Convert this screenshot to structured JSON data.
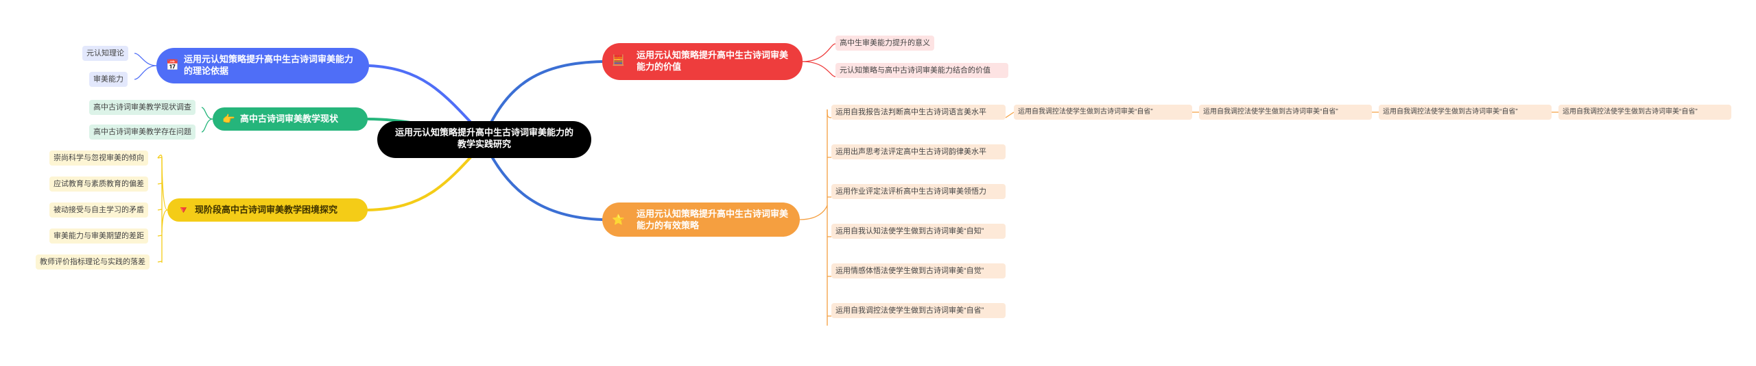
{
  "center": {
    "title": "运用元认知策略提升高中生古诗词审美能力的教学实践研究"
  },
  "branches": {
    "theory": {
      "title": "运用元认知策略提升高中生古诗词审美能力的理论依据",
      "icon": "calendar-icon",
      "color": "#4f6ef7",
      "leaves": [
        "元认知理论",
        "审美能力"
      ]
    },
    "status": {
      "title": "高中古诗词审美教学现状",
      "icon": "hand-pointing-icon",
      "color": "#25b57b",
      "leaves": [
        "高中古诗词审美教学现状调查",
        "高中古诗词审美教学存在问题"
      ]
    },
    "dilemma": {
      "title": "现阶段高中古诗词审美教学困境探究",
      "icon": "funnel-icon",
      "color": "#f4cc17",
      "leaves": [
        "崇尚科学与忽视审美的倾向",
        "应试教育与素质教育的偏差",
        "被动接受与自主学习的矛盾",
        "审美能力与审美期望的差距",
        "教师评价指标理论与实践的落差"
      ]
    },
    "value": {
      "title": "运用元认知策略提升高中生古诗词审美能力的价值",
      "icon": "abacus-icon",
      "color": "#ee3d3d",
      "leaves": [
        "高中生审美能力提升的意义",
        "元认知策略与高中古诗词审美能力结合的价值"
      ]
    },
    "strategy": {
      "title": "运用元认知策略提升高中生古诗词审美能力的有效策略",
      "icon": "star-icon",
      "color": "#f59f40",
      "leaves": [
        "运用自我报告法判断高中生古诗词语言美水平",
        "运用出声思考法评定高中生古诗词韵律美水平",
        "运用作业评定法评析高中生古诗词审美领悟力",
        "运用自我认知法使学生做到古诗词审美“自知”",
        "运用情感体悟法使学生做到古诗词审美“自觉”",
        "运用自我调控法使学生做到古诗词审美“自省”"
      ],
      "chain": [
        "运用自我调控法使学生做到古诗词审美“自省”",
        "运用自我调控法使学生做到古诗词审美“自省”",
        "运用自我调控法使学生做到古诗词审美“自省”",
        "运用自我调控法使学生做到古诗词审美“自省”"
      ]
    }
  }
}
